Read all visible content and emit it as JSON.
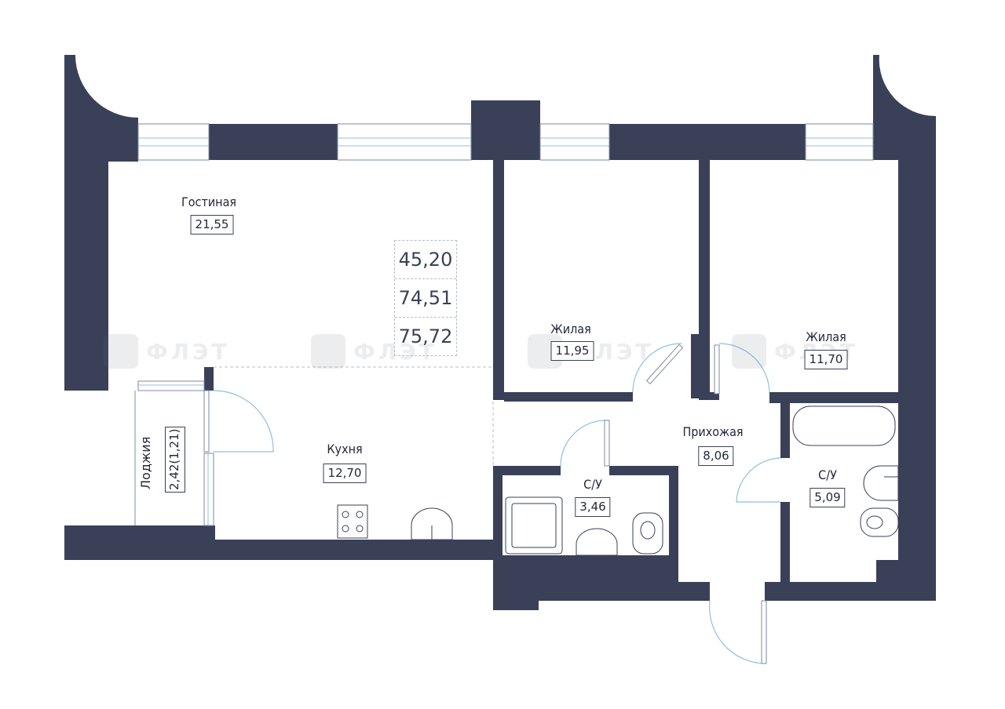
{
  "rooms": {
    "living": {
      "name": "Гостиная",
      "area": "21,55"
    },
    "bedroom1": {
      "name": "Жилая",
      "area": "11,95"
    },
    "bedroom2": {
      "name": "Жилая",
      "area": "11,70"
    },
    "kitchen": {
      "name": "Кухня",
      "area": "12,70"
    },
    "hallway": {
      "name": "Прихожая",
      "area": "8,06"
    },
    "bath1": {
      "name": "С/У",
      "area": "3,46"
    },
    "bath2": {
      "name": "С/У",
      "area": "5,09"
    },
    "loggia": {
      "name": "Лоджия",
      "area": "2,42(1,21)"
    }
  },
  "totals": {
    "living_area": "45,20",
    "total_area": "74,51",
    "total_with_loggia": "75,72"
  },
  "watermark": {
    "text": "ФЛЭТ"
  },
  "colors": {
    "wall": "#3a4058",
    "window": "#8ec0de",
    "text": "#23283a"
  }
}
